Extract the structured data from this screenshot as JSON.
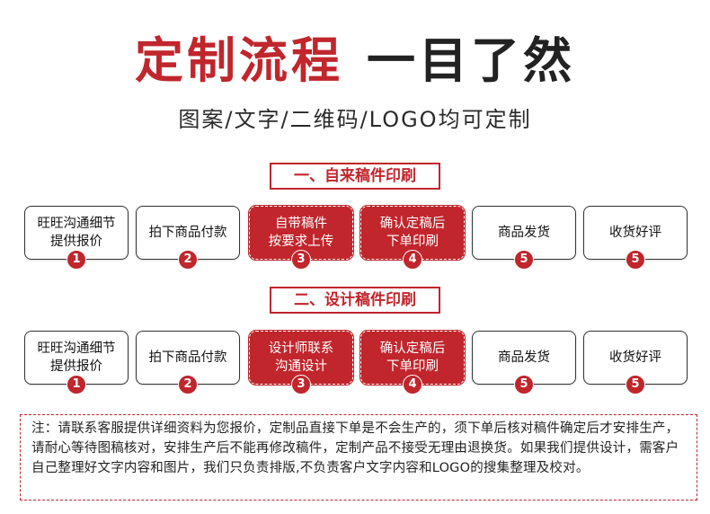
{
  "header": {
    "title_red": "定制流程",
    "title_dark": "一目了然",
    "subtitle": "图案/文字/二维码/LOGO均可定制"
  },
  "sections": [
    {
      "label": "一、自来稿件印刷",
      "steps": [
        {
          "text": "旺旺沟通细节\n提供报价",
          "num": "1",
          "highlight": false
        },
        {
          "text": "拍下商品付款",
          "num": "2",
          "highlight": false
        },
        {
          "text": "自带稿件\n按要求上传",
          "num": "3",
          "highlight": true
        },
        {
          "text": "确认定稿后\n下单印刷",
          "num": "4",
          "highlight": true
        },
        {
          "text": "商品发货",
          "num": "5",
          "highlight": false
        },
        {
          "text": "收货好评",
          "num": "5",
          "highlight": false
        }
      ]
    },
    {
      "label": "二、设计稿件印刷",
      "steps": [
        {
          "text": "旺旺沟通细节\n提供报价",
          "num": "1",
          "highlight": false
        },
        {
          "text": "拍下商品付款",
          "num": "2",
          "highlight": false
        },
        {
          "text": "设计师联系\n沟通设计",
          "num": "3",
          "highlight": true
        },
        {
          "text": "确认定稿后\n下单印刷",
          "num": "4",
          "highlight": true
        },
        {
          "text": "商品发货",
          "num": "5",
          "highlight": false
        },
        {
          "text": "收货好评",
          "num": "5",
          "highlight": false
        }
      ]
    }
  ],
  "note": "注：请联系客服提供详细资料为您报价，定制品直接下单是不会生产的，须下单后核对稿件确定后才安排生产，请耐心等待图稿核对，安排生产后不能再修改稿件，定制产品不接受无理由退换货。如果我们提供设计，需客户自己整理好文字内容和图片，我们只负责排版,不负责客户文字内容和LOGO的搜集整理及校对。",
  "colors": {
    "accent": "#c0262c",
    "dark": "#222222"
  }
}
